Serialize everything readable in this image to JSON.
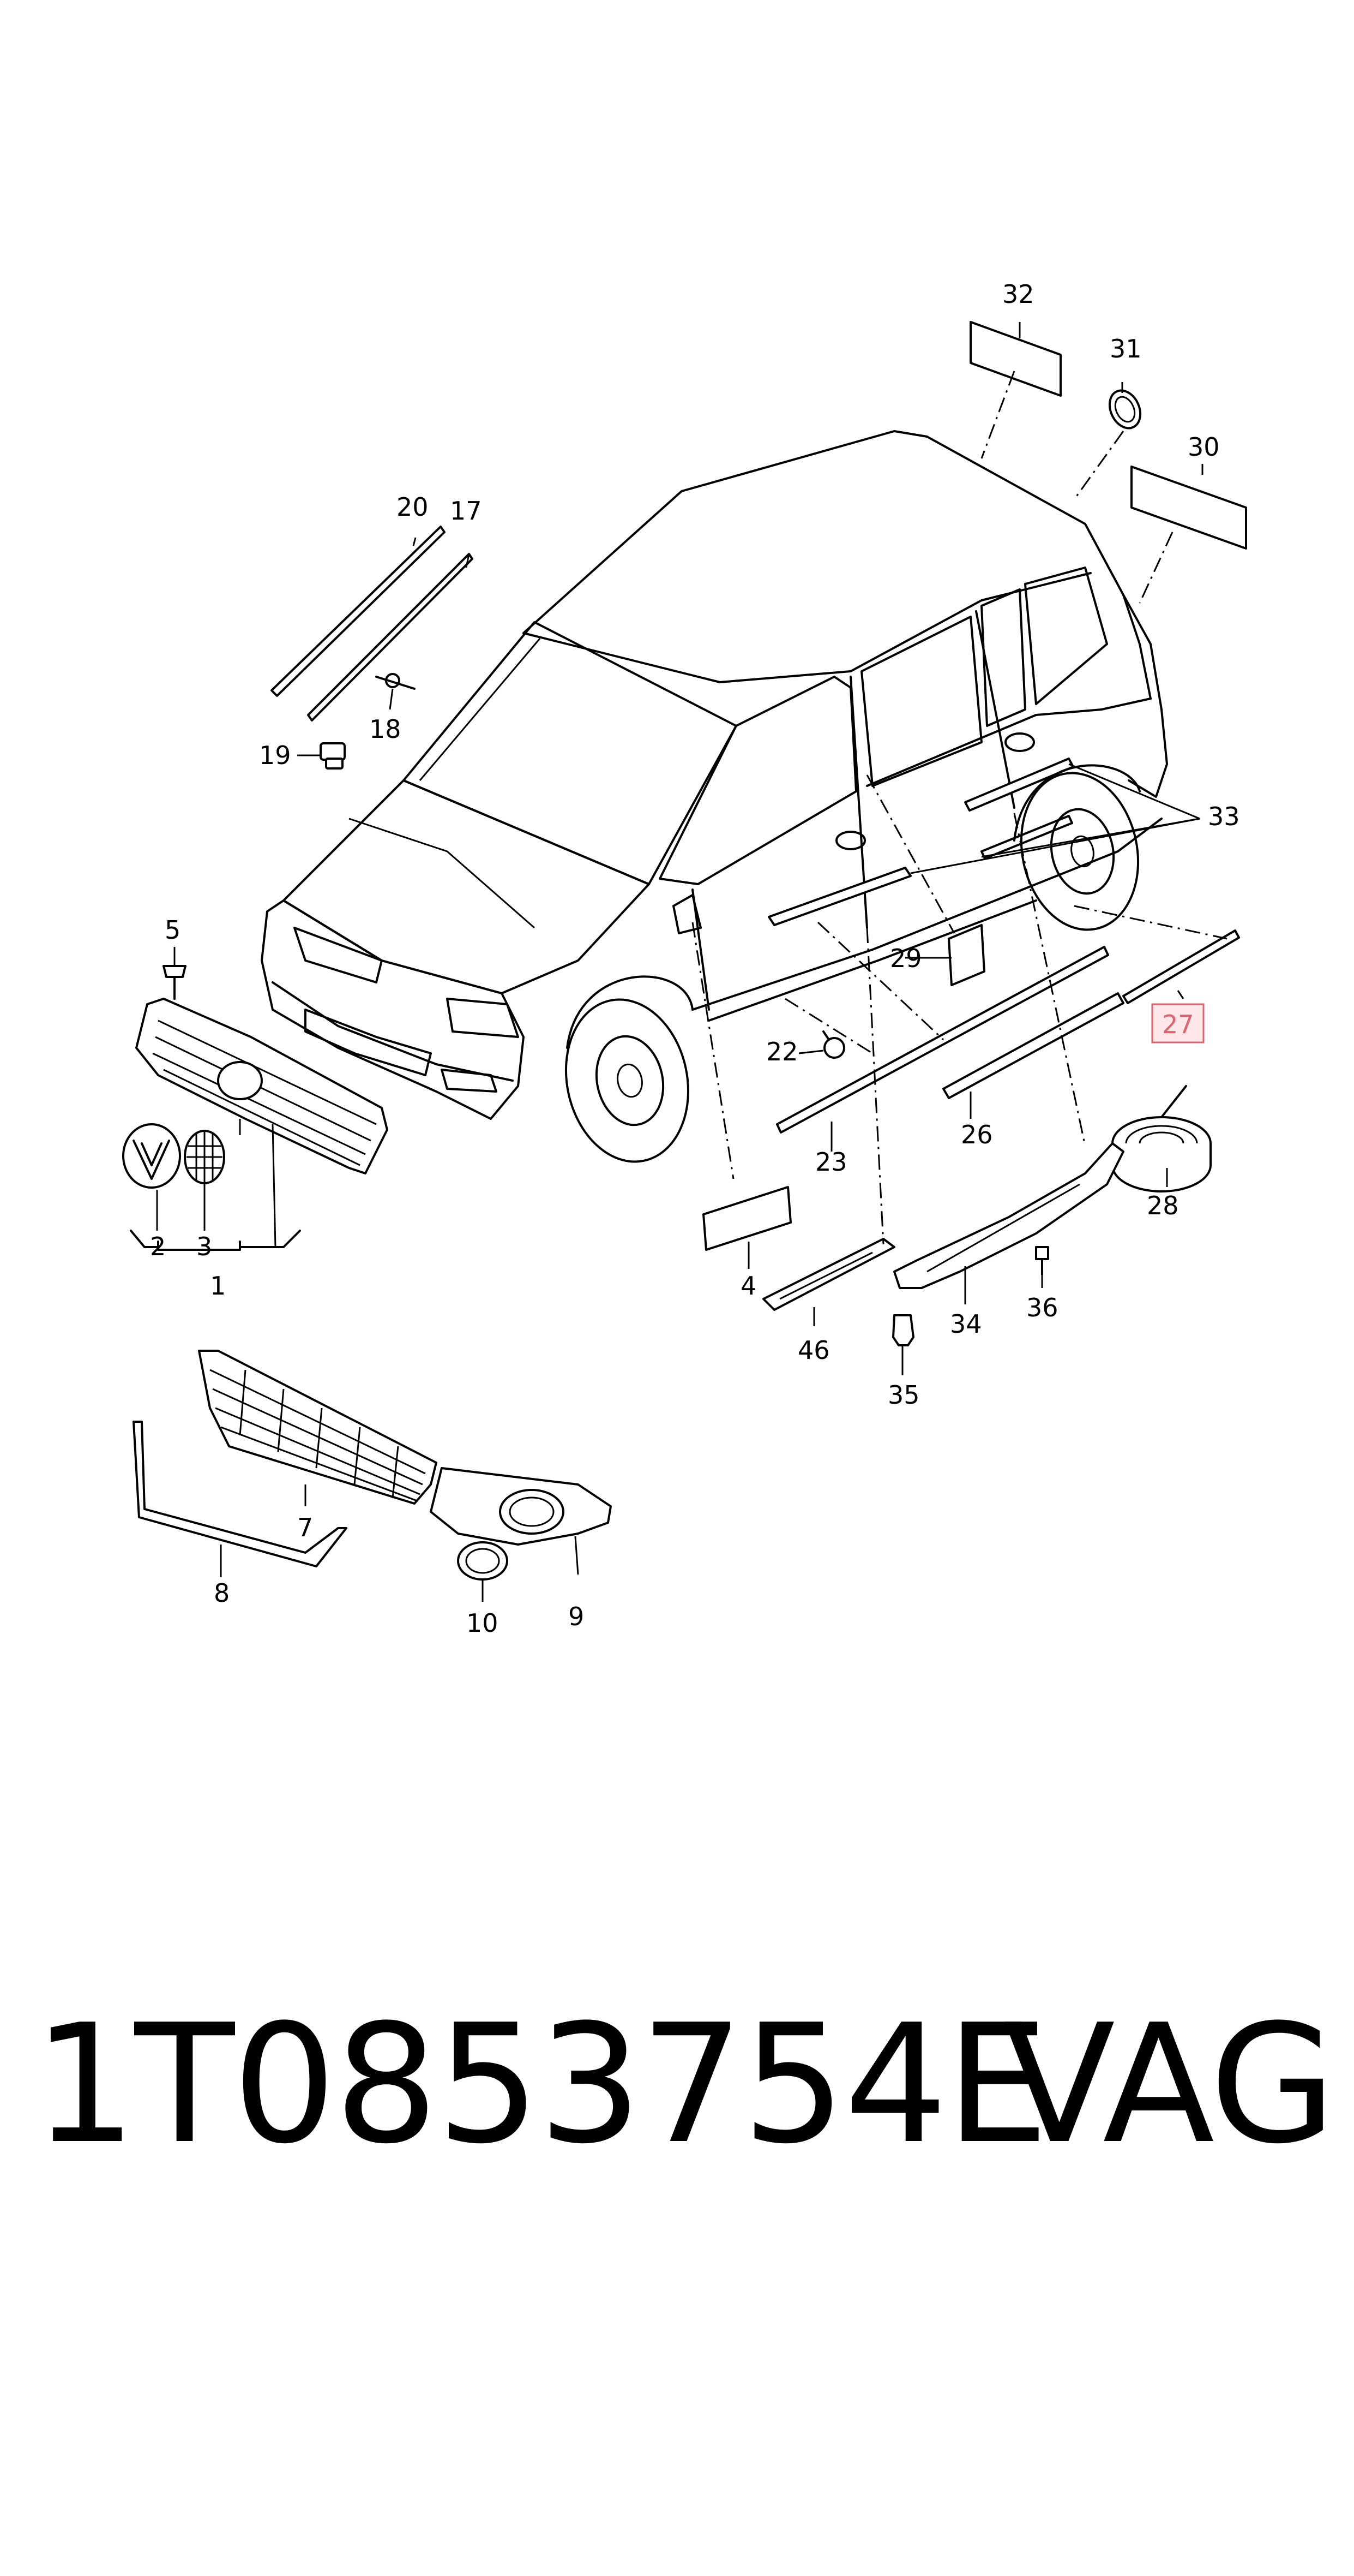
{
  "callouts": {
    "c1": "1",
    "c2": "2",
    "c3": "3",
    "c4": "4",
    "c5": "5",
    "c7": "7",
    "c8": "8",
    "c9": "9",
    "c10": "10",
    "c17": "17",
    "c18": "18",
    "c19": "19",
    "c20": "20",
    "c22": "22",
    "c23": "23",
    "c26": "26",
    "c27": "27",
    "c28": "28",
    "c29": "29",
    "c30": "30",
    "c31": "31",
    "c32": "32",
    "c33": "33",
    "c34": "34",
    "c35": "35",
    "c36": "36",
    "c46": "46"
  },
  "highlighted_callout": "27",
  "highlight_color": "#e0626f",
  "footer": {
    "part_number": "1T0853754E",
    "brand": "VAG"
  }
}
